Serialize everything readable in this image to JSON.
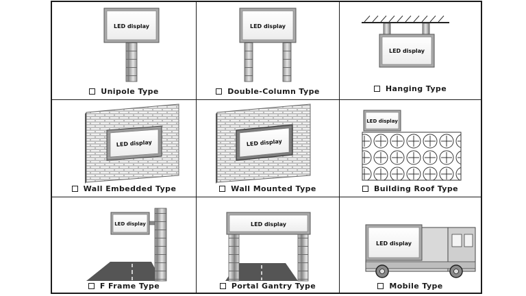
{
  "display_label": "LED display",
  "cells": [
    {
      "caption": "Unipole Type"
    },
    {
      "caption": "Double-Column Type"
    },
    {
      "caption": "Hanging Type"
    },
    {
      "caption": "Wall Embedded Type"
    },
    {
      "caption": "Wall Mounted Type"
    },
    {
      "caption": "Building Roof Type"
    },
    {
      "caption": "F Frame Type"
    },
    {
      "caption": "Portal Gantry Type"
    },
    {
      "caption": "Mobile Type"
    }
  ]
}
